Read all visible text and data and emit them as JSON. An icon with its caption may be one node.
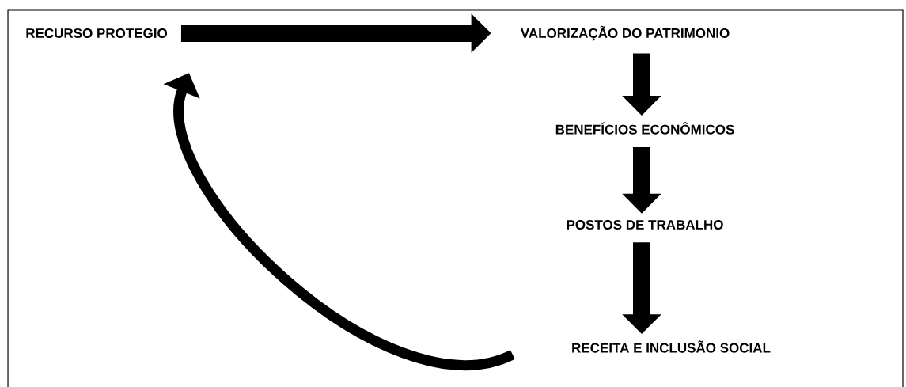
{
  "diagram": {
    "nodes": [
      {
        "text": [
          "RECURSO PROTEGIO"
        ]
      },
      {
        "text": [
          "VALORIZAÇÃO DO PATRIMONIO"
        ]
      },
      {
        "text": [
          "BENEFÍCIOS ECONÔMICOS"
        ]
      },
      {
        "text": [
          "POSTOS DE TRABALHO"
        ]
      },
      {
        "text": [
          "RECEITA E INCLUSÃO SOCIAL"
        ]
      }
    ],
    "edges": [
      {
        "from": 0,
        "to": 1,
        "arrow": "to"
      },
      {
        "from": 1,
        "to": 2,
        "arrow": "to"
      },
      {
        "from": 2,
        "to": 3,
        "arrow": "to"
      },
      {
        "from": 3,
        "to": 4,
        "arrow": "to"
      },
      {
        "from": 4,
        "to": 0,
        "arrow": "to"
      }
    ]
  }
}
